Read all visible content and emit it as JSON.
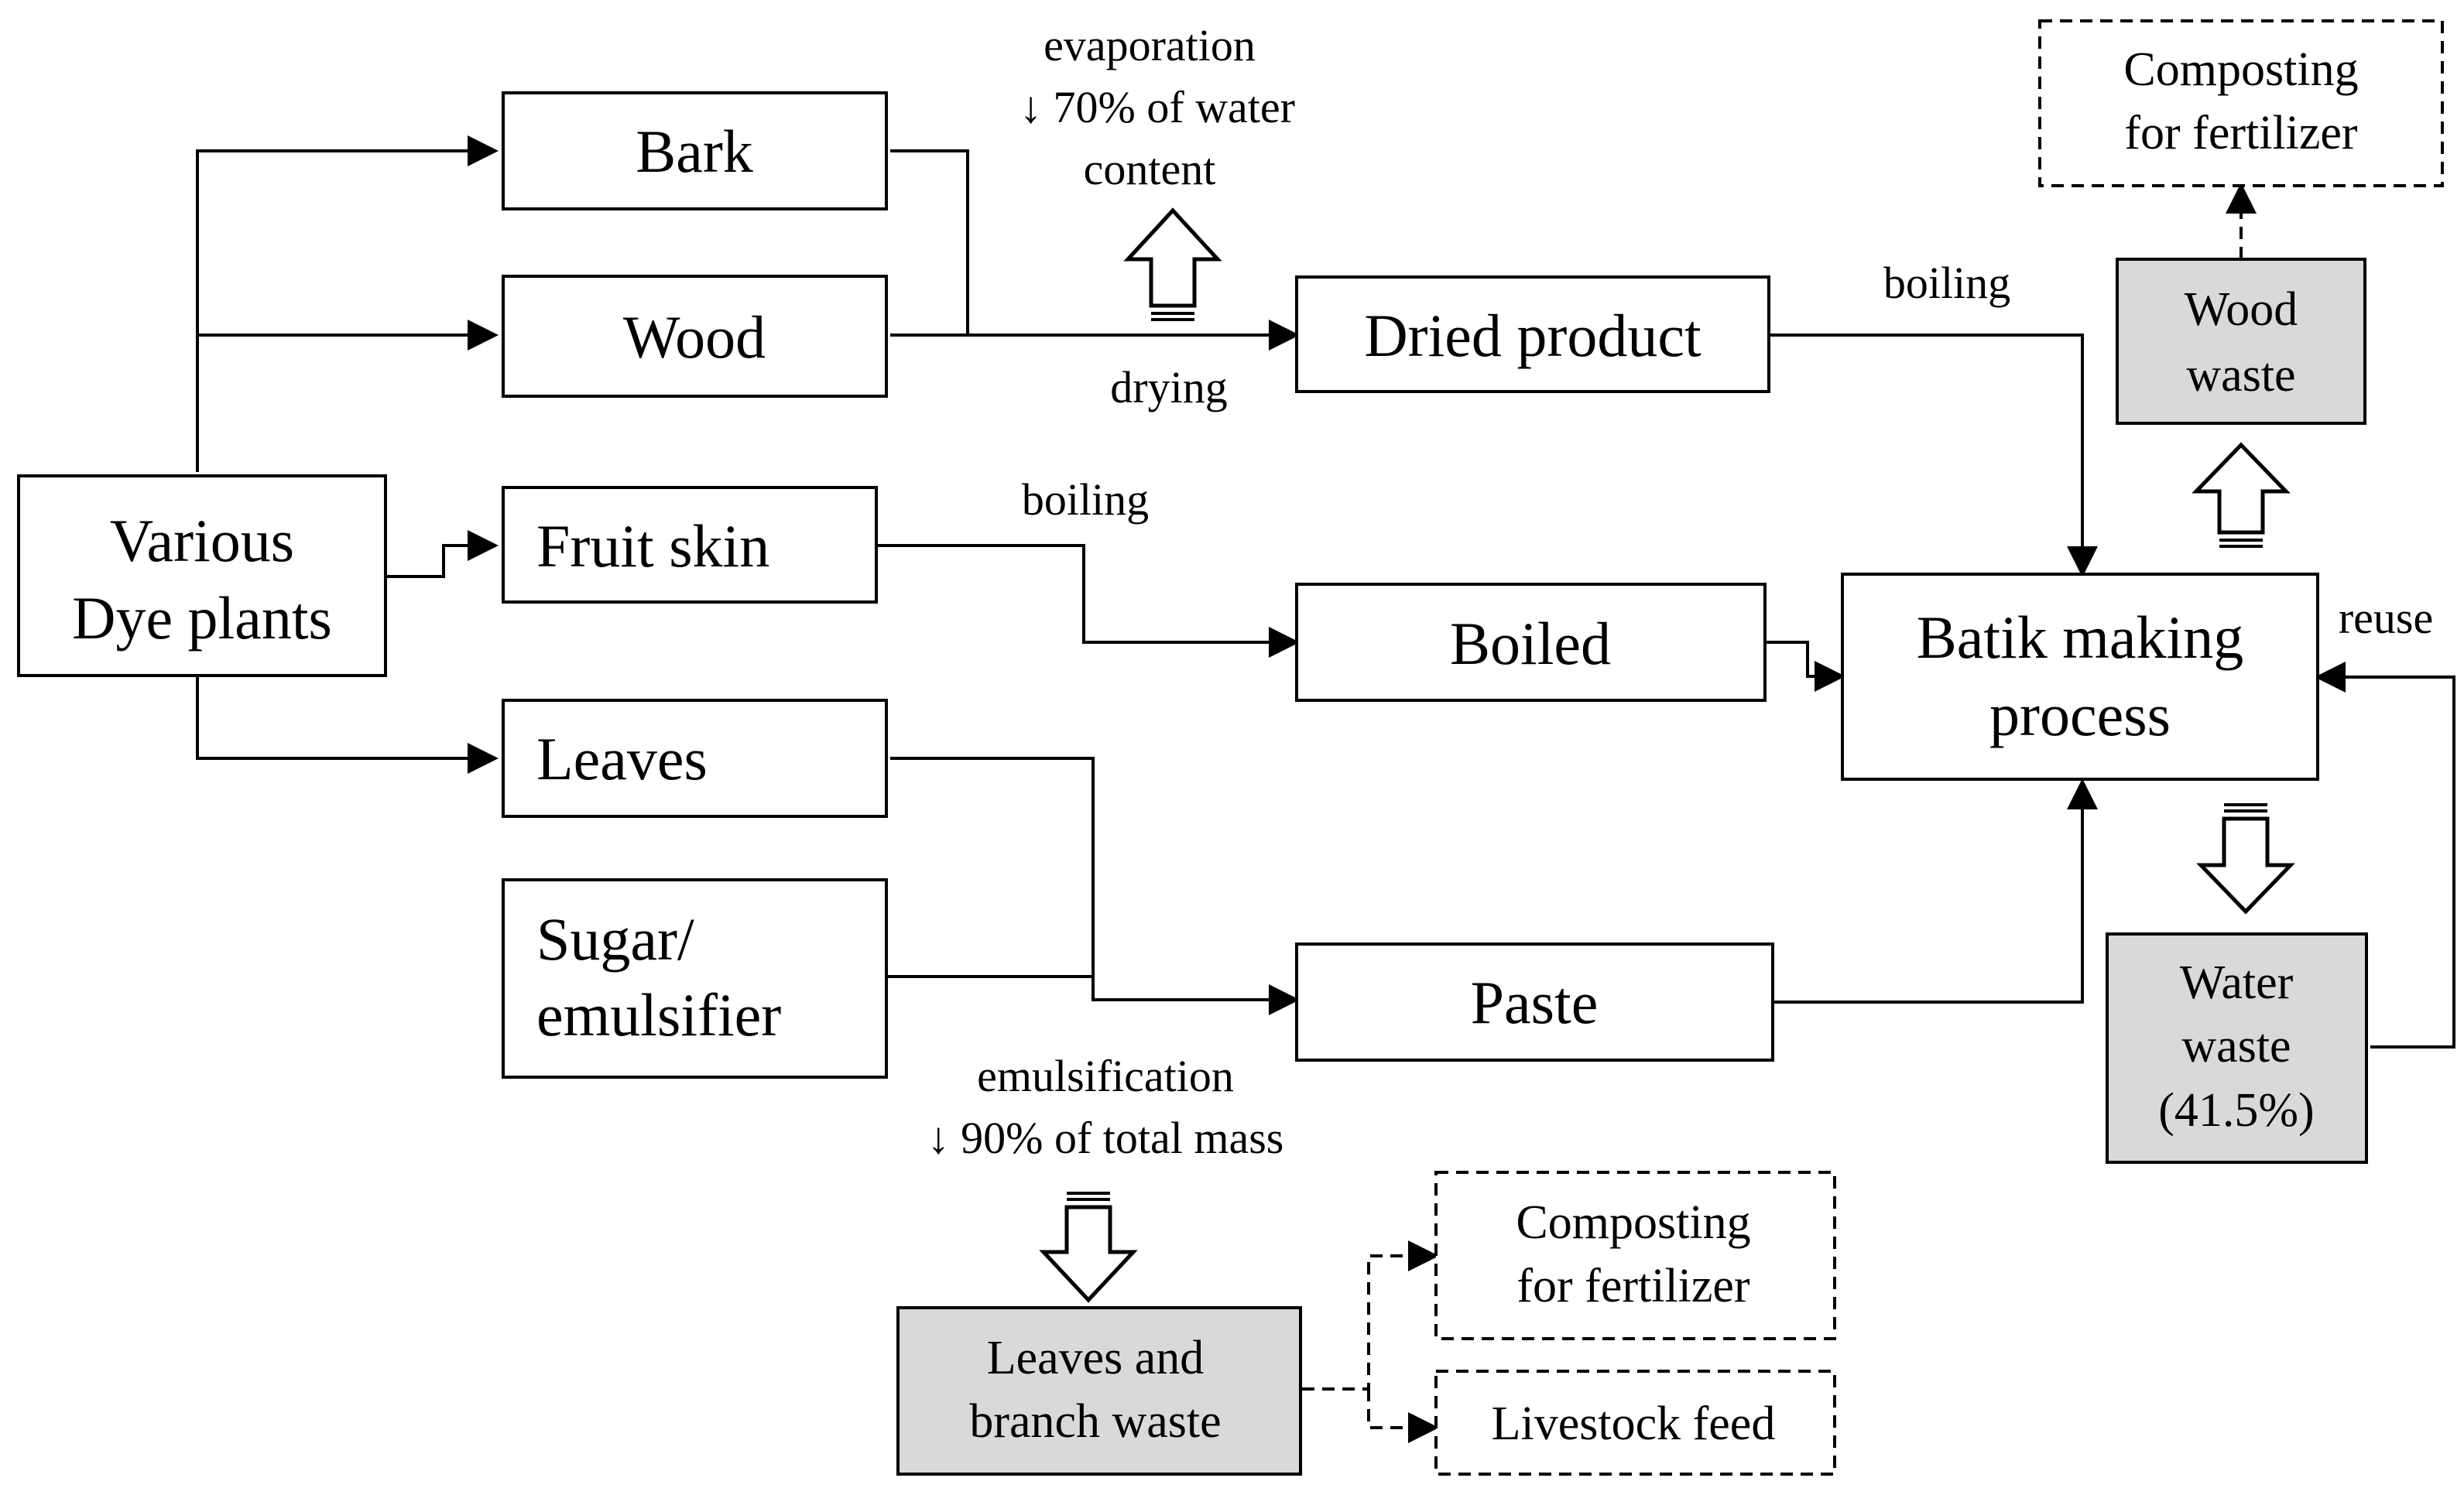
{
  "nodes": {
    "various": [
      "Various",
      "Dye plants"
    ],
    "bark": "Bark",
    "wood": "Wood",
    "fruit_skin": "Fruit skin",
    "leaves": "Leaves",
    "sugar": [
      "Sugar/",
      "emulsifier"
    ],
    "dried": "Dried product",
    "boiled": "Boiled",
    "paste": "Paste",
    "batik": [
      "Batik making",
      "process"
    ],
    "wood_waste": [
      "Wood",
      "waste"
    ],
    "water_waste": [
      "Water",
      "waste",
      "(41.5%)"
    ],
    "compost_top": [
      "Composting",
      "for fertilizer"
    ],
    "leaves_waste": [
      "Leaves and",
      "branch waste"
    ],
    "compost_bottom": [
      "Composting",
      "for fertilizer"
    ],
    "livestock": "Livestock feed"
  },
  "labels": {
    "evaporation": [
      "evaporation",
      "↓ 70% of water",
      "content"
    ],
    "drying": "drying",
    "boiling_top": "boiling",
    "boiling_mid": "boiling",
    "reuse": "reuse",
    "emulsification": [
      "emulsification",
      "↓ 90% of total mass"
    ]
  }
}
